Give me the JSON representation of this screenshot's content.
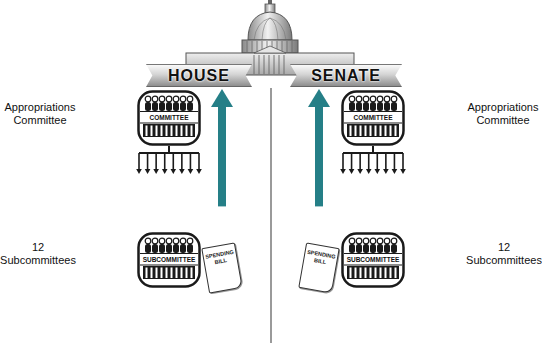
{
  "diagram": {
    "nodes": [
      {
        "text": [
          "HOUSE"
        ]
      },
      {
        "text": [
          "SENATE"
        ]
      },
      {
        "text": [
          "COMMITTEE"
        ]
      },
      {
        "text": [
          "COMMITTEE"
        ]
      },
      {
        "text": [
          "SUBCOMMITTEE"
        ]
      },
      {
        "text": [
          "SPENDING BILL"
        ]
      },
      {
        "text": [
          "SPENDING BILL"
        ]
      },
      {
        "text": [
          "SUBCOMMITTEE"
        ]
      }
    ],
    "edges": [
      {
        "from": 2,
        "to": 4,
        "arrow": "to"
      },
      {
        "from": 5,
        "to": 0,
        "arrow": "to"
      },
      {
        "from": 3,
        "to": 7,
        "arrow": "to"
      },
      {
        "from": 6,
        "to": 1,
        "arrow": "to"
      }
    ],
    "labels": [
      "Appropriations Committee",
      "12 Subcommittees",
      "Appropriations Committee",
      "12 Subcommittees"
    ]
  }
}
